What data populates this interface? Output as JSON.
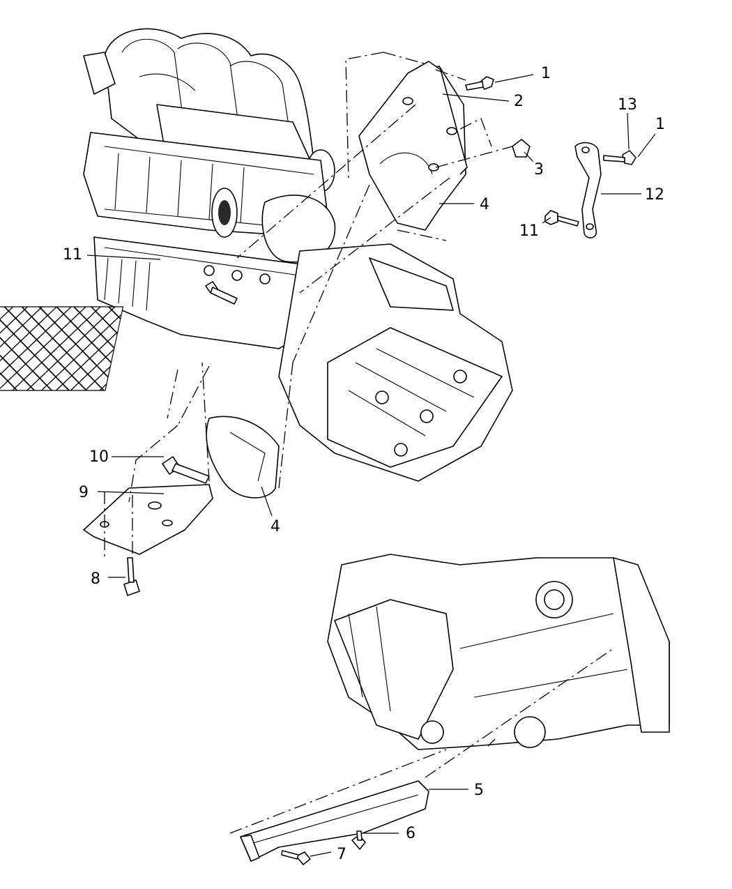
{
  "callouts": {
    "c1a": "1",
    "c2": "2",
    "c3": "3",
    "c4a": "4",
    "c13": "13",
    "c1b": "1",
    "c12": "12",
    "c11b": "11",
    "c11a": "11",
    "c10": "10",
    "c9": "9",
    "c4b": "4",
    "c8": "8",
    "c5": "5",
    "c6": "6",
    "c7": "7"
  },
  "colors": {
    "line": "#000000",
    "background": "#ffffff"
  }
}
